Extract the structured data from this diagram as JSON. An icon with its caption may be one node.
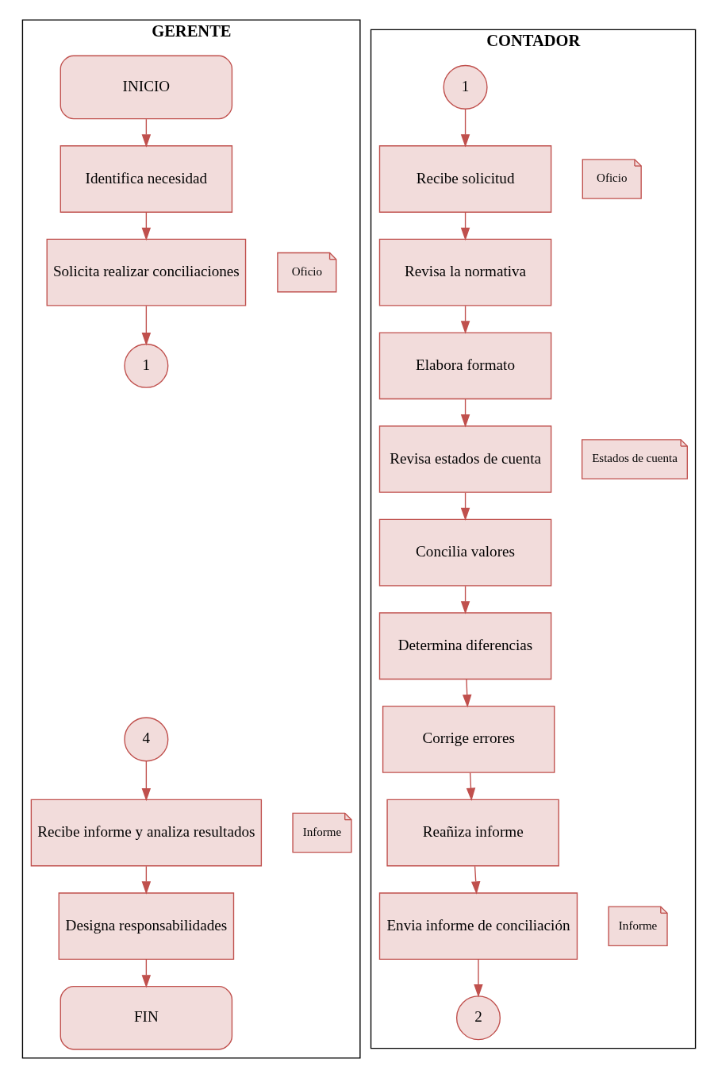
{
  "diagram": {
    "nodes": [
      {
        "text": [
          "GERENTE"
        ]
      },
      {
        "text": [
          "CONTADOR"
        ]
      },
      {
        "text": [
          "INICIO"
        ],
        "in": 0
      },
      {
        "text": [
          "Identifica necesidad"
        ],
        "in": 0
      },
      {
        "text": [
          "Solicita realizar conciliaciones"
        ],
        "in": 0
      },
      {
        "text": [
          "Oficio"
        ],
        "in": 0
      },
      {
        "text": [
          "1"
        ],
        "in": 0
      },
      {
        "text": [
          "4"
        ],
        "in": 0
      },
      {
        "text": [
          "Recibe informe y analiza resultados"
        ],
        "in": 0
      },
      {
        "text": [
          "Informe"
        ],
        "in": 0
      },
      {
        "text": [
          "Designa responsabilidades"
        ],
        "in": 0
      },
      {
        "text": [
          "FIN"
        ],
        "in": 0
      },
      {
        "text": [
          "1"
        ],
        "in": 1
      },
      {
        "text": [
          "Recibe solicitud"
        ],
        "in": 1
      },
      {
        "text": [
          "Oficio"
        ],
        "in": 1
      },
      {
        "text": [
          "Revisa la normativa"
        ],
        "in": 1
      },
      {
        "text": [
          "Elabora formato"
        ],
        "in": 1
      },
      {
        "text": [
          "Revisa estados de cuenta"
        ],
        "in": 1
      },
      {
        "text": [
          "Estados de cuenta"
        ],
        "in": 1
      },
      {
        "text": [
          "Concilia valores"
        ],
        "in": 1
      },
      {
        "text": [
          "Determina diferencias"
        ],
        "in": 1
      },
      {
        "text": [
          "Corrige errores"
        ],
        "in": 1
      },
      {
        "text": [
          "Reañiza informe"
        ],
        "in": 1
      },
      {
        "text": [
          "Envia informe de conciliación"
        ],
        "in": 1
      },
      {
        "text": [
          "Informe"
        ],
        "in": 1
      },
      {
        "text": [
          "2"
        ],
        "in": 1
      }
    ],
    "edges": [
      {
        "from": 2,
        "to": 3,
        "arrow": "to"
      },
      {
        "from": 3,
        "to": 4,
        "arrow": "to"
      },
      {
        "from": 4,
        "to": 6,
        "arrow": "to"
      },
      {
        "from": 7,
        "to": 8,
        "arrow": "to"
      },
      {
        "from": 8,
        "to": 10,
        "arrow": "to"
      },
      {
        "from": 10,
        "to": 11,
        "arrow": "to"
      },
      {
        "from": 12,
        "to": 13,
        "arrow": "to"
      },
      {
        "from": 13,
        "to": 15,
        "arrow": "to"
      },
      {
        "from": 15,
        "to": 16,
        "arrow": "to"
      },
      {
        "from": 16,
        "to": 17,
        "arrow": "to"
      },
      {
        "from": 17,
        "to": 19,
        "arrow": "to"
      },
      {
        "from": 19,
        "to": 20,
        "arrow": "to"
      },
      {
        "from": 20,
        "to": 21,
        "arrow": "to"
      },
      {
        "from": 21,
        "to": 22,
        "arrow": "to"
      },
      {
        "from": 22,
        "to": 23,
        "arrow": "to"
      },
      {
        "from": 23,
        "to": 25,
        "arrow": "to"
      }
    ]
  }
}
